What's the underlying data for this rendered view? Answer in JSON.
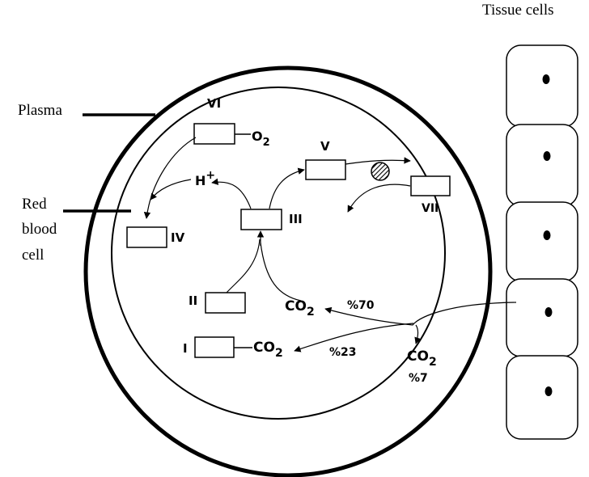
{
  "labels": {
    "tissue_cells": "Tissue cells",
    "plasma": "Plasma",
    "red_blood_cell": [
      "Red",
      "blood",
      "cell"
    ]
  },
  "roman": {
    "I": "I",
    "II": "II",
    "III": "III",
    "IV": "IV",
    "V": "V",
    "VI": "VI",
    "VII": "VII"
  },
  "molecules": {
    "o2": {
      "base": "O",
      "sub": "2"
    },
    "h_plus": {
      "base": "H",
      "sup": "+"
    },
    "co2": {
      "base": "CO",
      "sub": "2"
    }
  },
  "percentages": {
    "p70": "%70",
    "p23": "%23",
    "p7": "%7"
  }
}
